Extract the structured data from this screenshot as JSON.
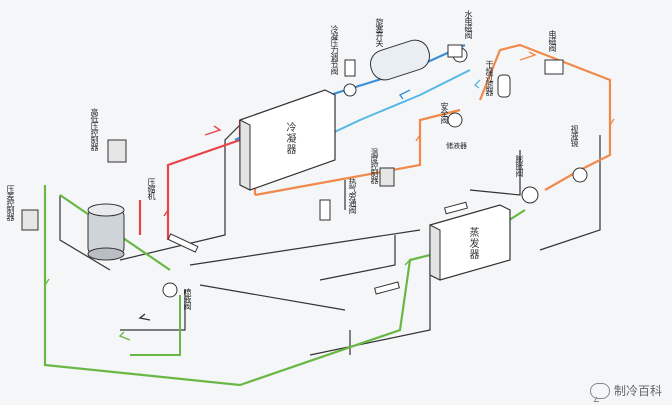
{
  "labels": {
    "high_low_pressure_controller": "高低压控制器",
    "differential_pressure_controller": "压差控制器",
    "compressor": "压缩机",
    "condenser": "冷凝器",
    "condensing_pressure_regulator": "冷凝压力调节阀",
    "pressure_switch": "旋塞开关",
    "water_valve": "水电磁阀",
    "dryer_filter": "干燥过滤器",
    "safety_valve": "安全阀",
    "receiver": "储液器",
    "solenoid_valve": "电磁阀",
    "sight_glass": "视液镜",
    "temperature_controller": "温度控制器",
    "expansion_valve": "膨胀阀",
    "hot_gas_bypass": "热气旁通阀",
    "evaporator": "蒸发器",
    "injection_valve": "喷液阀"
  },
  "watermark": "制冷百科",
  "colors": {
    "discharge": "#e8434a",
    "liquid": "#f08a4b",
    "water_in": "#3a8fd8",
    "water_out": "#57b8e8",
    "suction": "#69b845",
    "line": "#333333"
  }
}
